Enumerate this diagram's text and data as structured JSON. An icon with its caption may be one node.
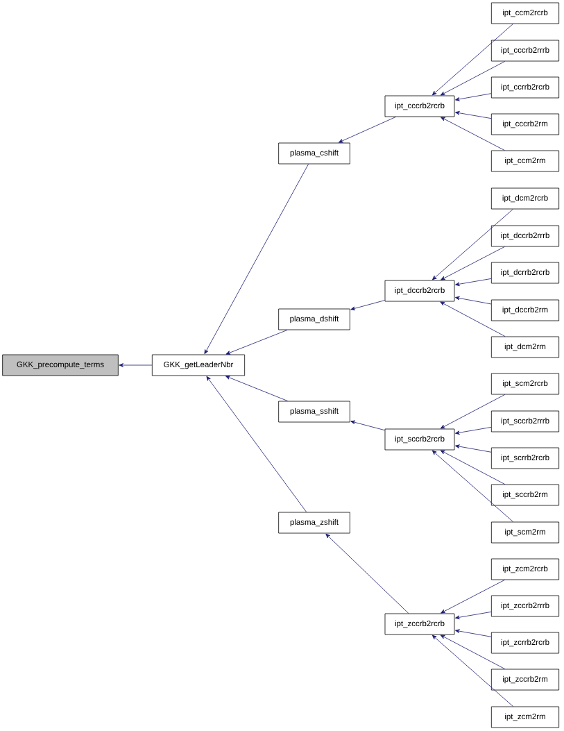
{
  "diagram": {
    "nodes": [
      {
        "text": [
          "GKK_precompute_terms"
        ]
      },
      {
        "text": [
          "GKK_getLeaderNbr"
        ]
      },
      {
        "text": [
          "plasma_cshift"
        ]
      },
      {
        "text": [
          "ipt_cccrb2rcrb"
        ]
      },
      {
        "text": [
          "ipt_ccm2rcrb"
        ]
      },
      {
        "text": [
          "ipt_cccrb2rrrb"
        ]
      },
      {
        "text": [
          "ipt_ccrrb2rcrb"
        ]
      },
      {
        "text": [
          "ipt_cccrb2rm"
        ]
      },
      {
        "text": [
          "ipt_ccm2rm"
        ]
      },
      {
        "text": [
          "plasma_dshift"
        ]
      },
      {
        "text": [
          "ipt_dccrb2rcrb"
        ]
      },
      {
        "text": [
          "ipt_dcm2rcrb"
        ]
      },
      {
        "text": [
          "ipt_dccrb2rrrb"
        ]
      },
      {
        "text": [
          "ipt_dcrrb2rcrb"
        ]
      },
      {
        "text": [
          "ipt_dccrb2rm"
        ]
      },
      {
        "text": [
          "ipt_dcm2rm"
        ]
      },
      {
        "text": [
          "plasma_sshift"
        ]
      },
      {
        "text": [
          "ipt_sccrb2rcrb"
        ]
      },
      {
        "text": [
          "ipt_scm2rcrb"
        ]
      },
      {
        "text": [
          "ipt_sccrb2rrrb"
        ]
      },
      {
        "text": [
          "ipt_scrrb2rcrb"
        ]
      },
      {
        "text": [
          "ipt_sccrb2rm"
        ]
      },
      {
        "text": [
          "ipt_scm2rm"
        ]
      },
      {
        "text": [
          "plasma_zshift"
        ]
      },
      {
        "text": [
          "ipt_zccrb2rcrb"
        ]
      },
      {
        "text": [
          "ipt_zcm2rcrb"
        ]
      },
      {
        "text": [
          "ipt_zccrb2rrrb"
        ]
      },
      {
        "text": [
          "ipt_zcrrb2rcrb"
        ]
      },
      {
        "text": [
          "ipt_zccrb2rm"
        ]
      },
      {
        "text": [
          "ipt_zcm2rm"
        ]
      }
    ],
    "edges": [
      {
        "from": 1,
        "to": 0,
        "arrow": "to"
      },
      {
        "from": 2,
        "to": 1,
        "arrow": "to"
      },
      {
        "from": 9,
        "to": 1,
        "arrow": "to"
      },
      {
        "from": 16,
        "to": 1,
        "arrow": "to"
      },
      {
        "from": 23,
        "to": 1,
        "arrow": "to"
      },
      {
        "from": 3,
        "to": 2,
        "arrow": "to"
      },
      {
        "from": 4,
        "to": 3,
        "arrow": "to"
      },
      {
        "from": 5,
        "to": 3,
        "arrow": "to"
      },
      {
        "from": 6,
        "to": 3,
        "arrow": "to"
      },
      {
        "from": 7,
        "to": 3,
        "arrow": "to"
      },
      {
        "from": 8,
        "to": 3,
        "arrow": "to"
      },
      {
        "from": 10,
        "to": 9,
        "arrow": "to"
      },
      {
        "from": 11,
        "to": 10,
        "arrow": "to"
      },
      {
        "from": 12,
        "to": 10,
        "arrow": "to"
      },
      {
        "from": 13,
        "to": 10,
        "arrow": "to"
      },
      {
        "from": 14,
        "to": 10,
        "arrow": "to"
      },
      {
        "from": 15,
        "to": 10,
        "arrow": "to"
      },
      {
        "from": 17,
        "to": 16,
        "arrow": "to"
      },
      {
        "from": 18,
        "to": 17,
        "arrow": "to"
      },
      {
        "from": 19,
        "to": 17,
        "arrow": "to"
      },
      {
        "from": 20,
        "to": 17,
        "arrow": "to"
      },
      {
        "from": 21,
        "to": 17,
        "arrow": "to"
      },
      {
        "from": 22,
        "to": 17,
        "arrow": "to"
      },
      {
        "from": 24,
        "to": 23,
        "arrow": "to"
      },
      {
        "from": 25,
        "to": 24,
        "arrow": "to"
      },
      {
        "from": 26,
        "to": 24,
        "arrow": "to"
      },
      {
        "from": 27,
        "to": 24,
        "arrow": "to"
      },
      {
        "from": 28,
        "to": 24,
        "arrow": "to"
      },
      {
        "from": 29,
        "to": 24,
        "arrow": "to"
      }
    ]
  }
}
